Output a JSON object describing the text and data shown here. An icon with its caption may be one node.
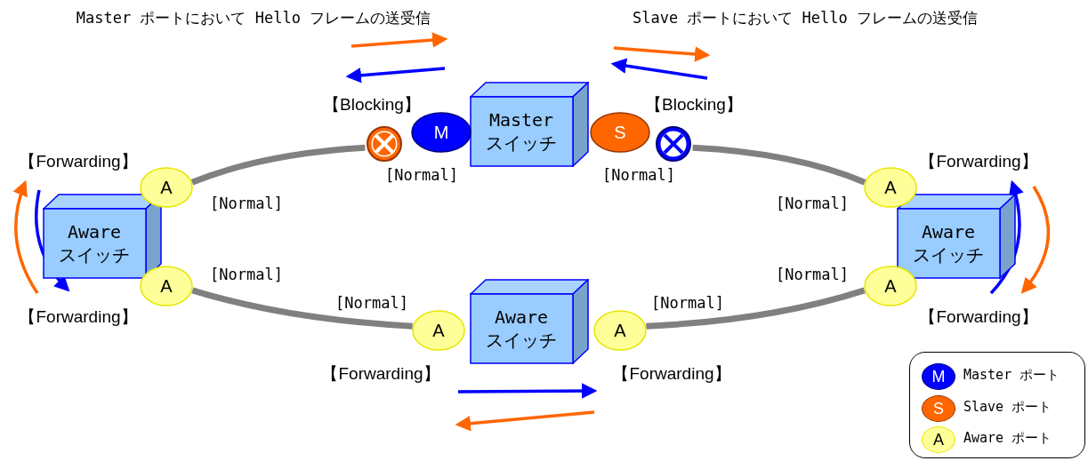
{
  "diagram": {
    "nodes": [
      {
        "text": [
          "Master スイッチ"
        ]
      },
      {
        "text": [
          "M"
        ]
      },
      {
        "text": [
          "S"
        ]
      },
      {
        "text": [],
        "shape": "circle"
      },
      {
        "text": [],
        "shape": "circle"
      },
      {
        "text": [
          "Aware スイッチ"
        ]
      },
      {
        "text": [
          "A"
        ],
        "beside": [
          "[Normal]"
        ]
      },
      {
        "text": [
          "A"
        ],
        "beside": [
          "[Normal]"
        ]
      },
      {
        "text": [
          "Aware スイッチ"
        ]
      },
      {
        "text": [
          "A"
        ],
        "beside": [
          "[Normal]"
        ]
      },
      {
        "text": [
          "A"
        ],
        "beside": [
          "[Normal]"
        ]
      },
      {
        "text": [
          "Aware スイッチ"
        ]
      },
      {
        "text": [
          "A"
        ],
        "beside": [
          "[Normal]"
        ]
      },
      {
        "text": [
          "A"
        ],
        "beside": [
          "[Normal]"
        ]
      }
    ],
    "edges": [
      {
        "from": 3,
        "to": 6,
        "arrow": "none"
      },
      {
        "from": 4,
        "to": 12,
        "arrow": "none"
      },
      {
        "from": 7,
        "to": 9,
        "arrow": "none"
      },
      {
        "from": 10,
        "to": 13,
        "arrow": "none"
      }
    ],
    "labels": [
      "Master ポートにおいて Hello フレームの送受信",
      "Slave ポートにおいて Hello フレームの送受信",
      "【Blocking】",
      "【Blocking】",
      "【Forwarding】",
      "[Normal]",
      "[Normal]",
      "【Forwarding】",
      "【Forwarding】",
      "【Forwarding】",
      "【Forwarding】",
      "【Forwarding】",
      "M",
      "S",
      "A"
    ],
    "legend": [
      {
        "text": "Master ポート",
        "color": "#0000ff"
      },
      {
        "text": "Slave ポート",
        "color": "#ff6600"
      },
      {
        "text": "Aware ポート",
        "color": "#ffff99"
      }
    ]
  }
}
